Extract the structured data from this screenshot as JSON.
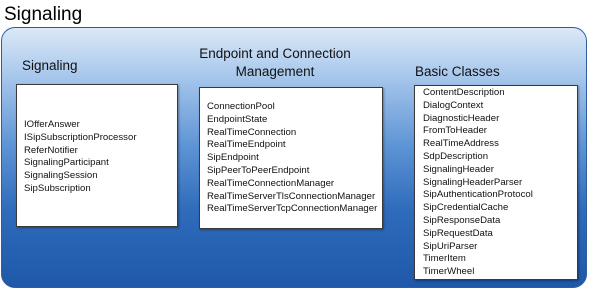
{
  "page_title": "Signaling",
  "groups": {
    "signaling": {
      "title": "Signaling",
      "items": [
        "IOfferAnswer",
        "ISipSubscriptionProcessor",
        "ReferNotifier",
        "SignalingParticipant",
        "SignalingSession",
        "SipSubscription"
      ]
    },
    "endpoint": {
      "title_line1": "Endpoint and Connection",
      "title_line2": "Management",
      "items": [
        "ConnectionPool",
        "EndpointState",
        "RealTimeConnection",
        "RealTimeEndpoint",
        "SipEndpoint",
        "SipPeerToPeerEndpoint",
        "RealTimeConnectionManager",
        "RealTimeServerTlsConnectionManager",
        "RealTimeServerTcpConnectionManager"
      ]
    },
    "basic": {
      "title": "Basic Classes",
      "items": [
        "ContentDescription",
        "DialogContext",
        "DiagnosticHeader",
        "FromToHeader",
        "RealTimeAddress",
        "SdpDescription",
        "SignalingHeader",
        "SignalingHeaderParser",
        "SipAuthenticationProtocol",
        "SipCredentialCache",
        "SipResponseData",
        "SipRequestData",
        "SipUriParser",
        "TimerItem",
        "TimerWheel"
      ]
    }
  }
}
